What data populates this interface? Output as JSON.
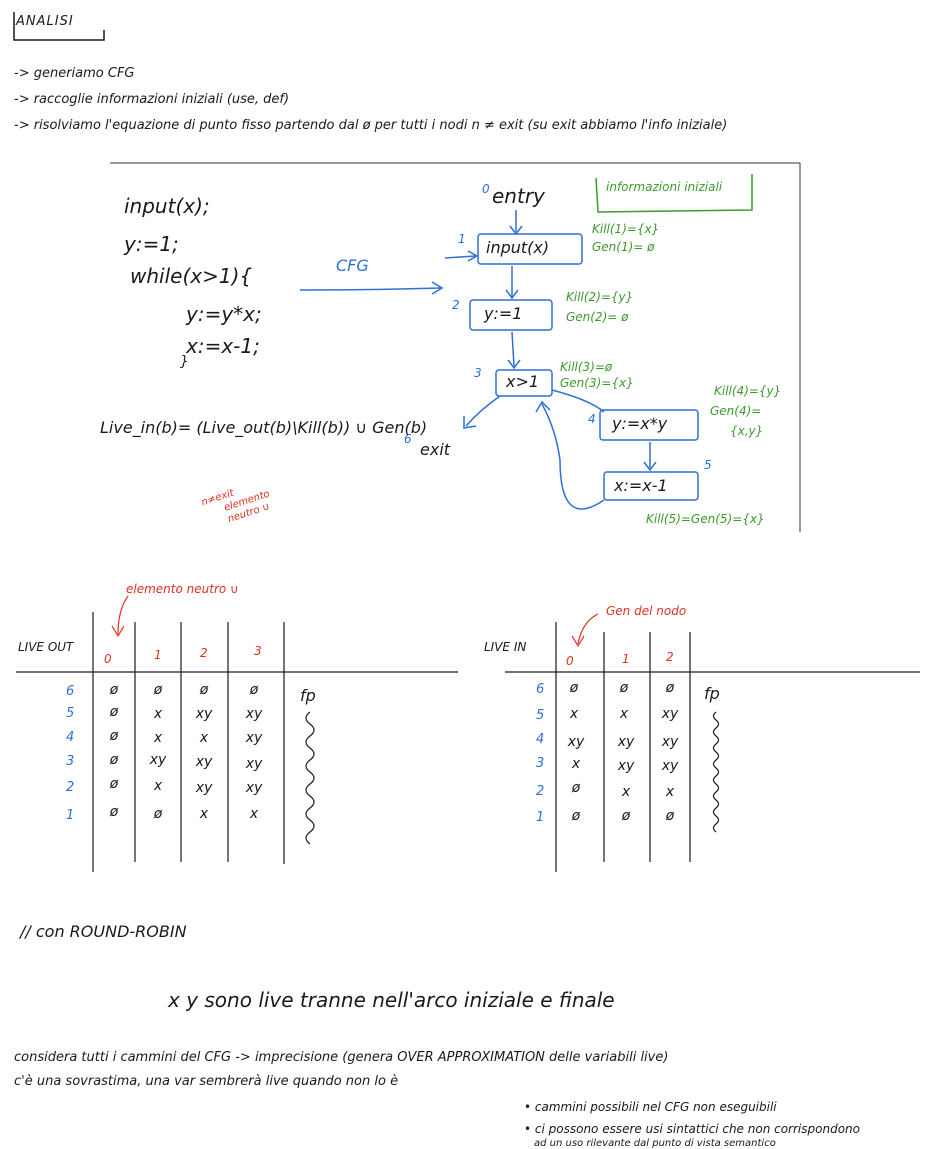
{
  "header": {
    "title": "ANALISI",
    "steps": [
      "-> generiamo CFG",
      "-> raccoglie informazioni iniziali (use, def)",
      "-> risolviamo l'equazione di punto fisso partendo dal ø per tutti i nodi  n ≠ exit  (su exit abbiamo l'info iniziale)"
    ]
  },
  "program": {
    "lines": [
      "input(x);",
      "y:=1;",
      "while(x>1){",
      "y:=y*x;",
      "x:=x-1;",
      "}"
    ],
    "arrow_label": "CFG"
  },
  "cfg": {
    "entry_num": "0",
    "entry": "entry",
    "nodes": [
      {
        "num": "1",
        "label": "input(x)"
      },
      {
        "num": "2",
        "label": "y:=1"
      },
      {
        "num": "3",
        "label": "x>1"
      },
      {
        "num": "4",
        "label": "y:=x*y"
      },
      {
        "num": "5",
        "label": "x:=x-1"
      }
    ],
    "exit_num": "6",
    "exit": "exit",
    "info_title": "informazioni iniziali",
    "info": [
      "Kill(1)={x}",
      "Gen(1)= ø",
      "Kill(2)={y}",
      "Gen(2)= ø",
      "Kill(3)=ø",
      "Gen(3)={x}",
      "Kill(4)={y}",
      "Gen(4)=",
      "{x,y}",
      "Kill(5)=Gen(5)={x}"
    ]
  },
  "equation": "Live_in(b)= (Live_out(b)\\Kill(b)) ∪ Gen(b)",
  "red_note": [
    "n≠exit",
    "elemento",
    "neutro ∪"
  ],
  "live_out": {
    "annotation": "elemento neutro ∪",
    "label": "LIVE OUT",
    "iterations": [
      "0",
      "1",
      "2",
      "3"
    ],
    "rows": [
      {
        "node": "6",
        "cells": [
          "ø",
          "ø",
          "ø",
          "ø"
        ]
      },
      {
        "node": "5",
        "cells": [
          "ø",
          "x",
          "xy",
          "xy"
        ]
      },
      {
        "node": "4",
        "cells": [
          "ø",
          "x",
          "x",
          "xy"
        ]
      },
      {
        "node": "3",
        "cells": [
          "ø",
          "xy",
          "xy",
          "xy"
        ]
      },
      {
        "node": "2",
        "cells": [
          "ø",
          "x",
          "xy",
          "xy"
        ]
      },
      {
        "node": "1",
        "cells": [
          "ø",
          "ø",
          "x",
          "x"
        ]
      }
    ],
    "fp": "fp"
  },
  "live_in": {
    "annotation": "Gen del nodo",
    "label": "LIVE IN",
    "iterations": [
      "0",
      "1",
      "2"
    ],
    "rows": [
      {
        "node": "6",
        "cells": [
          "ø",
          "ø",
          "ø"
        ]
      },
      {
        "node": "5",
        "cells": [
          "x",
          "x",
          "xy"
        ]
      },
      {
        "node": "4",
        "cells": [
          "xy",
          "xy",
          "xy"
        ]
      },
      {
        "node": "3",
        "cells": [
          "x",
          "xy",
          "xy"
        ]
      },
      {
        "node": "2",
        "cells": [
          "ø",
          "x",
          "x"
        ]
      },
      {
        "node": "1",
        "cells": [
          "ø",
          "ø",
          "ø"
        ]
      }
    ],
    "fp": "fp"
  },
  "notes": {
    "round_robin": "// con ROUND-ROBIN",
    "conclusion": "x y sono live tranne nell'arco iniziale e finale",
    "consider": "considera tutti i cammini del CFG -> imprecisione (genera OVER APPROXIMATION delle variabili live)",
    "overestimate": "c'è una sovrastima, una var sembrerà live quando non lo è",
    "bullets": [
      "• cammini possibili nel CFG non eseguibili",
      "• ci possono essere usi sintattici che non corrispondono",
      "ad un uso rilevante dal punto di vista semantico"
    ]
  }
}
